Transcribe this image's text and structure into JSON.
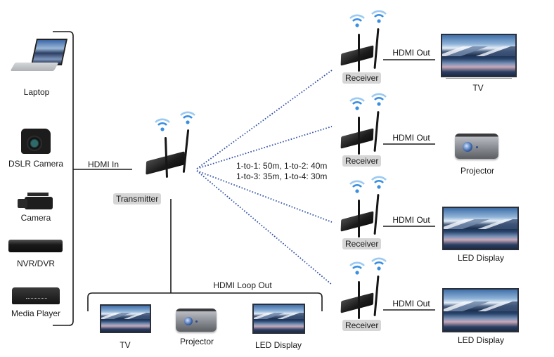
{
  "title": "Wireless HDMI Extender 1-to-4 Connection Diagram",
  "colors": {
    "wire": "#1a1a1a",
    "wireless_link": "#2f4fa8",
    "wifi_icon": "#3b8fe0",
    "tag_bg": "#d6d6d6"
  },
  "sources": [
    {
      "label": "Laptop",
      "icon": "laptop-icon"
    },
    {
      "label": "DSLR Camera",
      "icon": "dslr-camera-icon"
    },
    {
      "label": "Camera",
      "icon": "camcorder-icon"
    },
    {
      "label": "NVR/DVR",
      "icon": "nvr-dvr-icon"
    },
    {
      "label": "Media Player",
      "icon": "media-player-icon"
    }
  ],
  "hdmi_in_label": "HDMI In",
  "transmitter": {
    "label": "Transmitter",
    "icon": "transmitter-icon"
  },
  "range_text": {
    "line1": "1-to-1: 50m, 1-to-2: 40m",
    "line2": "1-to-3: 35m, 1-to-4: 30m"
  },
  "loop_out": {
    "label": "HDMI Loop Out",
    "displays": [
      {
        "label": "TV",
        "icon": "tv-icon"
      },
      {
        "label": "Projector",
        "icon": "projector-icon"
      },
      {
        "label": "LED Display",
        "icon": "led-display-icon"
      }
    ]
  },
  "receivers": [
    {
      "label": "Receiver",
      "link_label": "HDMI Out",
      "display": {
        "label": "TV",
        "icon": "tv-icon"
      }
    },
    {
      "label": "Receiver",
      "link_label": "HDMI Out",
      "display": {
        "label": "Projector",
        "icon": "projector-icon"
      }
    },
    {
      "label": "Receiver",
      "link_label": "HDMI Out",
      "display": {
        "label": "LED Display",
        "icon": "led-display-icon"
      }
    },
    {
      "label": "Receiver",
      "link_label": "HDMI Out",
      "display": {
        "label": "LED Display",
        "icon": "led-display-icon"
      }
    }
  ]
}
